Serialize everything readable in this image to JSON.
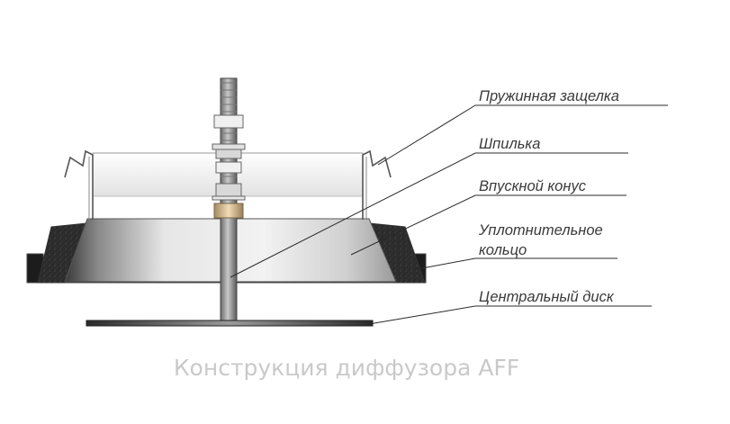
{
  "labels": {
    "latch": "Пружинная защелка",
    "stud": "Шпилька",
    "cone": "Впускной конус",
    "seal_line1": "Уплотнительное",
    "seal_line2": "кольцо",
    "disc": "Центральный диск"
  },
  "caption": "Конструкция диффузора AFF"
}
